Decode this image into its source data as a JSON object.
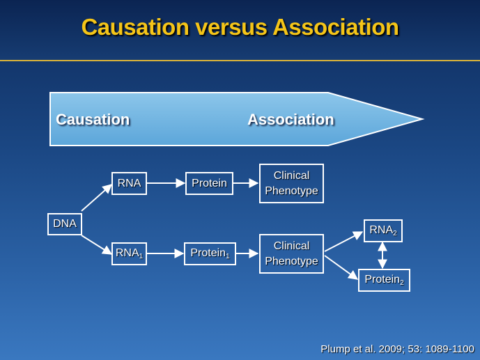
{
  "slide": {
    "title": "Causation versus Association"
  },
  "spectrum_arrow": {
    "left_label": "Causation",
    "right_label": "Association"
  },
  "nodes": {
    "dna": "DNA",
    "rna_top": "RNA",
    "protein_top": "Protein",
    "clinical_top_line1": "Clinical",
    "clinical_top_line2": "Phenotype",
    "rna1_base": "RNA",
    "rna1_sub": "1",
    "protein1_base": "Protein",
    "protein1_sub": "1",
    "clinical_bottom_line1": "Clinical",
    "clinical_bottom_line2": "Phenotype",
    "rna2_base": "RNA",
    "rna2_sub": "2",
    "protein2_base": "Protein",
    "protein2_sub": "2"
  },
  "citation": "Plump et al. 2009; 53: 1089-1100",
  "colors": {
    "title": "#f5c518",
    "arrow_fill": "#6bb3e0",
    "box_border": "#ffffff"
  }
}
